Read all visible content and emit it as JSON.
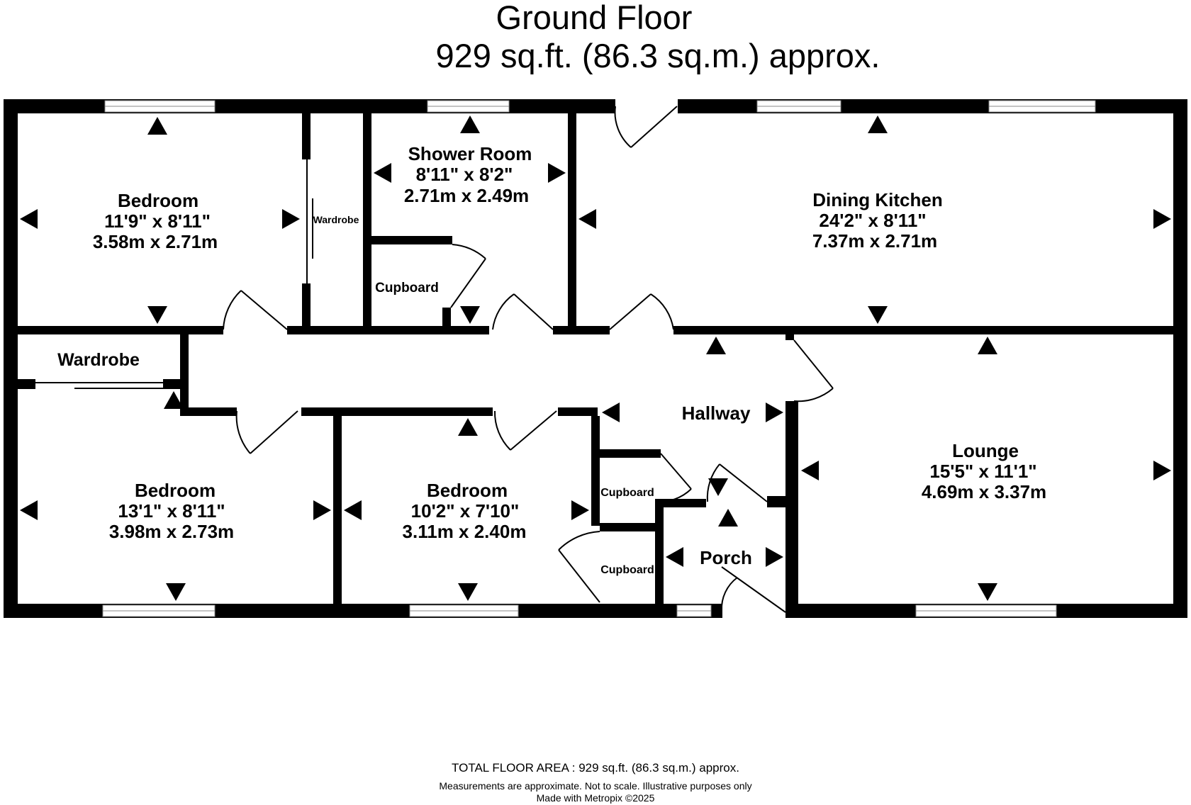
{
  "header": {
    "title": "Ground Floor",
    "area": "929 sq.ft. (86.3 sq.m.) approx."
  },
  "rooms": {
    "bedroom_1": {
      "name": "Bedroom",
      "imperial": "11'9\"  x 8'11\"",
      "metric": "3.58m  x 2.71m"
    },
    "shower_room": {
      "name": "Shower Room",
      "imperial": "8'11\"  x 8'2\"",
      "metric": "2.71m  x 2.49m"
    },
    "dining_kitchen": {
      "name": "Dining Kitchen",
      "imperial": "24'2\"  x 8'11\"",
      "metric": "7.37m  x 2.71m"
    },
    "bedroom_2": {
      "name": "Bedroom",
      "imperial": "13'1\"  x 8'11\"",
      "metric": "3.98m  x 2.73m"
    },
    "bedroom_3": {
      "name": "Bedroom",
      "imperial": "10'2\"  x 7'10\"",
      "metric": "3.11m  x 2.40m"
    },
    "lounge": {
      "name": "Lounge",
      "imperial": "15'5\"  x 11'1\"",
      "metric": "4.69m  x 3.37m"
    },
    "hallway": {
      "name": "Hallway"
    },
    "porch": {
      "name": "Porch"
    }
  },
  "labels": {
    "wardrobe_small": "Wardrobe",
    "wardrobe_large": "Wardrobe",
    "cupboard_shower": "Cupboard",
    "cupboard_hall": "Cupboard",
    "cupboard_bedroom": "Cupboard"
  },
  "footer": {
    "total": "TOTAL FLOOR AREA : 929 sq.ft. (86.3 sq.m.) approx.",
    "note": "Measurements are approximate.  Not to scale.  Illustrative purposes only",
    "made": "Made with Metropix ©2025"
  },
  "colors": {
    "wall": "#000000",
    "window": "#ffffff",
    "background": "#ffffff"
  }
}
